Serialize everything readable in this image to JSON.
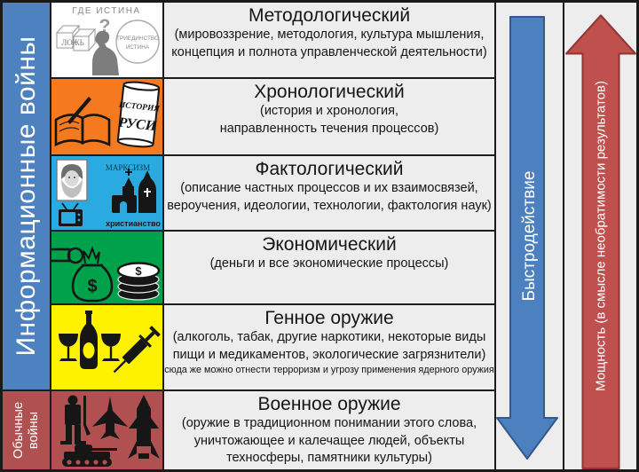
{
  "left_bar": {
    "info_wars_label": "Информационные войны",
    "conventional_wars_label": "Обычные\nвойны",
    "info_color": "#4e81c0",
    "conventional_color": "#b05050"
  },
  "rows": [
    {
      "title": "Методологический",
      "desc": "(мировоззрение, методология, культура мышления,\nконцепция и полнота управленческой деятельности)",
      "icon_bg": "#ffffff",
      "icon": {
        "heading": "ГДЕ ИСТИНА",
        "question": "?",
        "lie": "ЛОЖЬ",
        "triunity_line1": "ТРИЕДИНСТВО",
        "triunity_line2": "ИСТИНА"
      }
    },
    {
      "title": "Хронологический",
      "desc": "(история и хронология,\nнаправленность течения процессов)",
      "icon_bg": "#f4791f",
      "icon": {
        "scroll_line1": "ИСТОРИЯ",
        "scroll_line2": "РУСИ"
      }
    },
    {
      "title": "Фактологический",
      "desc": "(описание частных процессов и их взаимосвязей,\nвероучения, идеологии, технологии, фактология наук)",
      "icon_bg": "#29abe2",
      "icon": {
        "marxism": "МАРКСИЗМ",
        "christianity": "христианство"
      }
    },
    {
      "title": "Экономический",
      "desc": "(деньги и все экономические процессы)",
      "icon_bg": "#00a14b",
      "icon": {
        "bag_dollar": "$",
        "coin_dollar": "$"
      }
    },
    {
      "title": "Генное оружие",
      "desc": "(алкоголь, табак, другие наркотики, некоторые виды\nпищи и медикаментов, экологические загрязнители)",
      "note": "сюда же можно отнести терроризм и угрозу применения ядерного оружия",
      "icon_bg": "#fff200",
      "icon": {}
    },
    {
      "title": "Военное оружие",
      "desc": "(оружие в традиционном понимании этого слова,\nуничтожающее и калечащее людей, объекты\nтехносферы, памятники культуры)",
      "icon_bg": "#b05050",
      "icon": {}
    }
  ],
  "arrows": {
    "speed": {
      "label": "Быстродействие",
      "direction": "down",
      "fill": "#4d80bf",
      "stroke": "#31598c"
    },
    "power": {
      "label": "Мощность (в смысле необратимости результатов)",
      "direction": "up",
      "fill": "#c0504d",
      "stroke": "#8e3734"
    }
  },
  "colors": {
    "outer_border": "#1a1a1a",
    "cell_bg": "#ededed",
    "silhouette": "#161616"
  }
}
